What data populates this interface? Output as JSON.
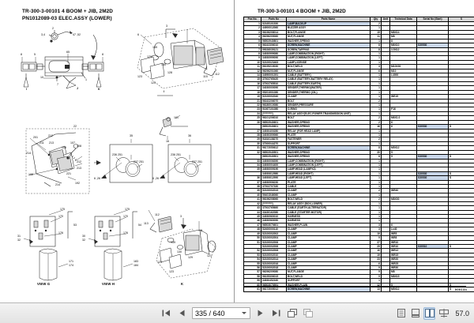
{
  "viewer": {
    "toolbar": {
      "first_page_label": "first-page",
      "prev_page_label": "previous-page",
      "next_page_label": "next-page",
      "last_page_label": "last-page",
      "page_value": "335 / 640",
      "zoom_value": "57.0",
      "single_page_label": "single-page-view",
      "continuous_label": "continuous-view",
      "two_page_label": "two-page-view",
      "book_label": "book-view"
    }
  },
  "left_page": {
    "title_line1": "TR-300-3-00101 4 BOOM + JIB, 2M2D",
    "title_line2": "PN1012089-03 ELEC.ASSY (LOWER)",
    "callouts_top_left": [
      "2",
      "3,4",
      "47 ,52",
      "8",
      "5",
      "65",
      "10",
      "1",
      "8",
      "7",
      "J",
      "K",
      "I"
    ],
    "callouts_top_right": [
      "6",
      "3",
      "139",
      "129",
      "130",
      "128",
      "123",
      "124",
      "115",
      "112",
      "I",
      "101",
      "16"
    ],
    "callouts_mid": [
      "22",
      "201",
      "212",
      "211",
      "213",
      "214",
      "107",
      "106",
      "108",
      "196",
      "212",
      "213",
      "221",
      "214",
      "192",
      "35",
      "36",
      "236  251",
      "237  251",
      "6 ,26",
      "6 ,26"
    ],
    "callouts_bottom": [
      "175",
      "170",
      "176",
      "53",
      "31",
      "32",
      "171",
      "174",
      "175",
      "170",
      "176",
      "54",
      "30",
      "32",
      "183",
      "184",
      "113",
      "112",
      "3",
      "8",
      "139",
      "130",
      "129",
      "121",
      "124",
      "123"
    ],
    "view_labels": [
      "VIEW  G",
      "VIEW  H",
      "K"
    ]
  },
  "right_page": {
    "title": "TR-300-3-00101 4 BOOM + JIB, 2M2D",
    "footer_number": "000134",
    "columns": [
      "Pos No.",
      "Parts No",
      "Parts Name",
      "Qty",
      "Unit",
      "Technical Data",
      "Serial No (Start)",
      "S"
    ],
    "rows": [
      [
        "1",
        "52165101530",
        "LAMP,BACKUP",
        "2",
        "",
        "",
        "",
        ""
      ],
      [
        "2",
        "44900012060",
        "BUZZER ASSY",
        "1",
        "",
        "",
        "",
        ""
      ],
      [
        "3",
        "96196208014",
        "BOLT,FLANGE",
        "15",
        "",
        "M8X14",
        "",
        ""
      ],
      [
        "4",
        "96296209060",
        "NUT,FLANGE",
        "11",
        "",
        "M8",
        "",
        ""
      ],
      [
        "5",
        "96502940801",
        "WASHER,SPRING",
        "1",
        "",
        "8",
        "",
        ""
      ],
      [
        "6",
        "96162306010",
        "SCREW,MACHINE",
        "8",
        "",
        "M6X10",
        "S30530",
        ""
      ],
      [
        "7",
        "99026039121",
        "SCREW,TAPPING",
        "8",
        "",
        "3.5X12",
        "",
        ""
      ],
      [
        "8",
        "34930999080",
        "LAMP,COMBINATION (RIGHT)",
        "1",
        "",
        "",
        "",
        ""
      ],
      [
        "9",
        "34930999090",
        "LAMP,COMBINATION (LEFT)",
        "1",
        "",
        "",
        "",
        ""
      ],
      [
        "10",
        "52100023463",
        "LAMP,LICENSE",
        "1",
        "",
        "",
        "",
        ""
      ],
      [
        "11",
        "96195219030",
        "BOLT,WELD",
        "3",
        "",
        "M10X30",
        "",
        ""
      ],
      [
        "12",
        "96296201060",
        "NUT,FLANGE",
        "6",
        "",
        "M10",
        "",
        ""
      ],
      [
        "14",
        "34950001391",
        "CABLE (BATTERY)",
        "1",
        "",
        "L4000",
        "",
        ""
      ],
      [
        "15",
        "37002765420",
        "CABLE (BATTERY-BATTERY RELAY)",
        "1",
        "",
        "",
        "",
        ""
      ],
      [
        "16",
        "37002765510",
        "CABLE (BATTERY-EARTH)",
        "1",
        "",
        "",
        "",
        ""
      ],
      [
        "17",
        "34030000090",
        "SENDER,THERMO(WATER)",
        "1",
        "",
        "",
        "",
        ""
      ],
      [
        "18",
        "95201901080",
        "SENDER,THERMO (OIL)",
        "1",
        "",
        "",
        "",
        ""
      ],
      [
        "19",
        "52100002040",
        "CLAMP",
        "1",
        "",
        "WE15",
        "",
        ""
      ],
      [
        "21",
        "96162206070",
        "BOLT",
        "2",
        "",
        "",
        "",
        ""
      ],
      [
        "22",
        "96180010080",
        "SENDER,PRESSURE",
        "1",
        "",
        "",
        "",
        ""
      ],
      [
        "23",
        "91067101080",
        "O-RING",
        "1",
        "",
        "P16",
        "",
        ""
      ],
      [
        "24",
        "(*********)",
        "RELAY ASSY(ELEC.POWER TRANSMISSION UNIT)",
        "1",
        "",
        "",
        "",
        ""
      ],
      [
        "25",
        "96101206010",
        "BOLT",
        "2",
        "",
        "M6X1.0",
        "",
        ""
      ],
      [
        "26",
        "96502940601",
        "WASHER,SPRING",
        "2",
        "",
        "6",
        "",
        ""
      ],
      [
        "",
        "96502940601",
        "WASHER,SPRING",
        "16",
        "",
        "6",
        "S30530",
        "S"
      ],
      [
        "27",
        "34930400280",
        "RELAY  (FOR HEAD LAMP)",
        "1",
        "",
        "",
        "",
        ""
      ],
      [
        "28",
        "34030300060",
        "PLATE",
        "1",
        "",
        "",
        "",
        ""
      ],
      [
        "29",
        "91810138270",
        "FASTENER",
        "2",
        "",
        "",
        "",
        ""
      ],
      [
        "30",
        "37000044270",
        "SUPPORT",
        "1",
        "",
        "",
        "",
        ""
      ],
      [
        "31",
        "96172050612",
        "SCREW,MACHINE",
        "8",
        "",
        "M5X12",
        "",
        ""
      ],
      [
        "32",
        "96502940501",
        "WASHER,SPRING",
        "20",
        "",
        "5",
        "",
        ""
      ],
      [
        "",
        "96502940501",
        "WASHER,SPRING",
        "8",
        "",
        "5",
        "S30530",
        "S"
      ],
      [
        "33",
        "34930006390",
        "LAMP,COMBINATION (RIGHT)",
        "1",
        "",
        "",
        "",
        ""
      ],
      [
        "34",
        "34930004400",
        "LAMP,COMBINATION (LEFT)",
        "1",
        "",
        "",
        "",
        ""
      ],
      [
        "35",
        "34930009190",
        "LAMP,HEAD (LAMPX2)",
        "1",
        "",
        "",
        "",
        ""
      ],
      [
        "",
        "34930612980",
        "LAMP,HEAD (RIGHT)",
        "1",
        "",
        "",
        "S30530",
        "S"
      ],
      [
        "36",
        "34930612990",
        "LAMP,HEAD (LEFT)",
        "1",
        "",
        "",
        "S30530",
        "S"
      ],
      [
        "37",
        "34930906230",
        "PLATE",
        "1",
        "",
        "",
        "",
        ""
      ],
      [
        "38",
        "37002707330",
        "CABLE",
        "1",
        "",
        "",
        "",
        ""
      ],
      [
        "39",
        "52100002019",
        "CLAMP",
        "2",
        "",
        "WR40",
        "",
        ""
      ],
      [
        "40",
        "59401546060",
        "CLAMP",
        "1",
        "",
        "",
        "",
        ""
      ],
      [
        "41",
        "96196208060",
        "BOLT,WELD",
        "2",
        "",
        "M8X30",
        "",
        ""
      ],
      [
        "42",
        "(*********)",
        "RELAY ASSY (BOX,LOWER)",
        "1",
        "",
        "",
        "",
        ""
      ],
      [
        "43",
        "37002765660",
        "CABLE (EARTH-ALTERNATOR)",
        "1",
        "",
        "",
        "",
        ""
      ],
      [
        "44",
        "33430162080",
        "CABLE (STARTER MOTOR)",
        "1",
        "",
        "",
        "",
        ""
      ],
      [
        "45",
        "34930960010",
        "HARNESS",
        "1",
        "",
        "",
        "",
        ""
      ],
      [
        "46",
        "34930960090",
        "HARNESS",
        "1",
        "",
        "",
        "",
        ""
      ],
      [
        "47",
        "96503070601",
        "WASHER,PLAIN",
        "3",
        "",
        "6",
        "",
        ""
      ],
      [
        "48",
        "52400000110",
        "CLAMP",
        "3",
        "",
        "Lx40",
        "",
        ""
      ],
      [
        "49",
        "52100002002",
        "CLAMP",
        "19",
        "",
        "WR5",
        "",
        ""
      ],
      [
        "50",
        "52100002004",
        "CLAMP",
        "9",
        "",
        "WR8",
        "",
        ""
      ],
      [
        "51",
        "52100002006",
        "CLAMP",
        "27",
        "",
        "WR10",
        "",
        ""
      ],
      [
        "",
        "52100002006",
        "CLAMP",
        "29",
        "",
        "WR10",
        "S30510",
        "S"
      ],
      [
        "52",
        "52100002008",
        "CLAMP",
        "10",
        "",
        "WR12",
        "",
        ""
      ],
      [
        "53",
        "52100002010",
        "CLAMP",
        "19",
        "",
        "WR15",
        "",
        ""
      ],
      [
        "54",
        "52100002014",
        "CLAMP",
        "23",
        "",
        "WR20",
        "",
        ""
      ],
      [
        "55",
        "52100002016",
        "CLAMP",
        "6",
        "",
        "WR25",
        "",
        ""
      ],
      [
        "56",
        "52100002018",
        "CLAMP",
        "9",
        "",
        "WR30",
        "",
        ""
      ],
      [
        "57",
        "96296209080",
        "NUT,FLANGE",
        "9",
        "",
        "M8",
        "",
        ""
      ],
      [
        "58",
        "96155306015",
        "BOLT,WELD",
        "9",
        "",
        "M8X15",
        "",
        ""
      ],
      [
        "59",
        "34930452160",
        "SUPPORT",
        "1",
        "",
        "",
        "",
        ""
      ],
      [
        "60",
        "96503070591",
        "WASHER,PLAIN",
        "12",
        "",
        "5",
        "",
        "S"
      ],
      [
        "61",
        "96172005012",
        "SCREW,MACHINE",
        "13",
        "",
        "M5X12",
        "",
        "S"
      ]
    ]
  }
}
